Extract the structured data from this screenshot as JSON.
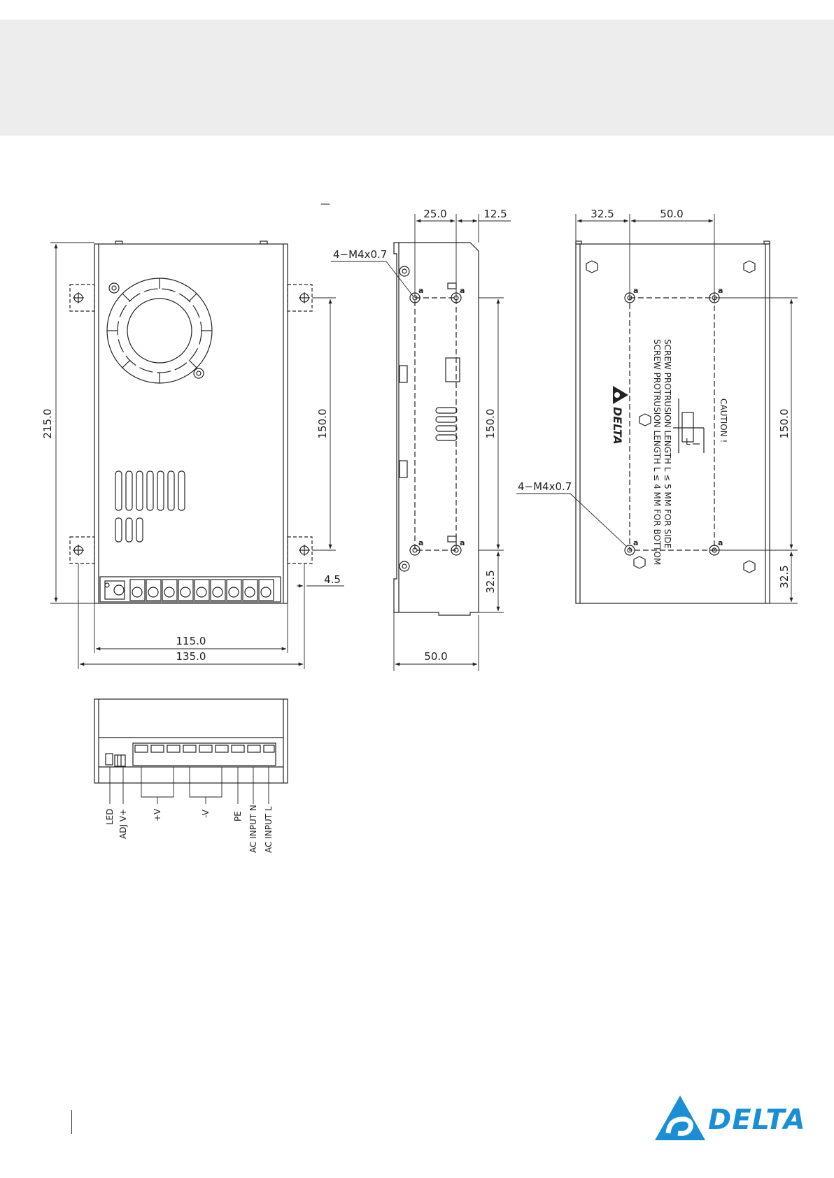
{
  "views": {
    "front": {
      "height_overall": "215.0",
      "mount_pitch_v": "150.0",
      "width_body": "115.0",
      "width_overall": "135.0",
      "flange": "4.5"
    },
    "side": {
      "top_offset": "25.0",
      "top_margin": "12.5",
      "screw_top": "4−M4x0.7",
      "hole_label": "a",
      "pitch_v": "150.0",
      "bottom_offset": "32.5",
      "depth": "50.0"
    },
    "bottom": {
      "left_offset": "32.5",
      "pitch_h": "50.0",
      "screw": "4−M4x0.7",
      "hole_label": "a",
      "pitch_v": "150.0",
      "bottom_offset": "32.5",
      "caution_title": "CAUTION !",
      "caution_line1": "SCREW PROTRUSION LENGTH  L ≤ 4 MM FOR BOTTOM",
      "caution_line2": "SCREW PROTRUSION LENGTH  L ≤ 5 MM FOR SIDE",
      "l_marker": "L",
      "stamp_text": "DELTA"
    },
    "terminal": {
      "labels": [
        "LED",
        "ADJ  V+",
        "+V",
        "-V",
        "PE",
        "AC INPUT N",
        "AC INPUT L"
      ]
    }
  },
  "branding": {
    "logo_text": "DELTA",
    "brand_color": "#1a8fd5"
  },
  "header": {
    "band_color": "#ededed",
    "tab_marker": "—"
  }
}
